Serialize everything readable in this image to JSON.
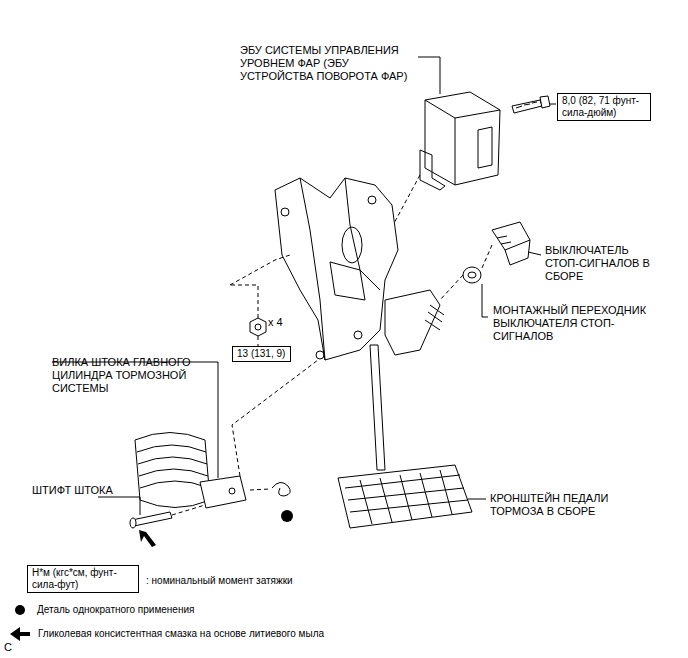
{
  "diagram": {
    "nodes": [
      {
        "text": [
          "8,0 (82, 71 фунт-сила-дюйм)"
        ]
      },
      {
        "text": [
          "13 (131, 9)"
        ]
      },
      {
        "text": [
          "Н*м (кгс*см, фунт-сила-фут)"
        ]
      }
    ],
    "labels": [
      "ЭБУ СИСТЕМЫ УПРАВЛЕНИЯ УРОВНЕМ ФАР (ЭБУ УСТРОЙСТВА ПОВОРОТА ФАР)",
      "ВЫКЛЮЧАТЕЛЬ СТОП-СИГНАЛОВ В СБОРЕ",
      "МОНТАЖНЫЙ ПЕРЕХОДНИК ВЫКЛЮЧАТЕЛЯ СТОП-СИГНАЛОВ",
      "x 4",
      "ВИЛКА ШТОКА ГЛАВНОГО ЦИЛИНДРА ТОРМОЗНОЙ СИСТЕМЫ",
      "ШТИФТ ШТОКА",
      "КРОНШТЕЙН ПЕДАЛИ ТОРМОЗА В СБОРЕ",
      "C"
    ],
    "legend": [
      {
        "text": ": номинальный момент затяжки"
      },
      {
        "text": "Деталь однократного применения"
      },
      {
        "text": "Гликолевая консистентная смазка на основе литиевого мыла"
      }
    ]
  }
}
